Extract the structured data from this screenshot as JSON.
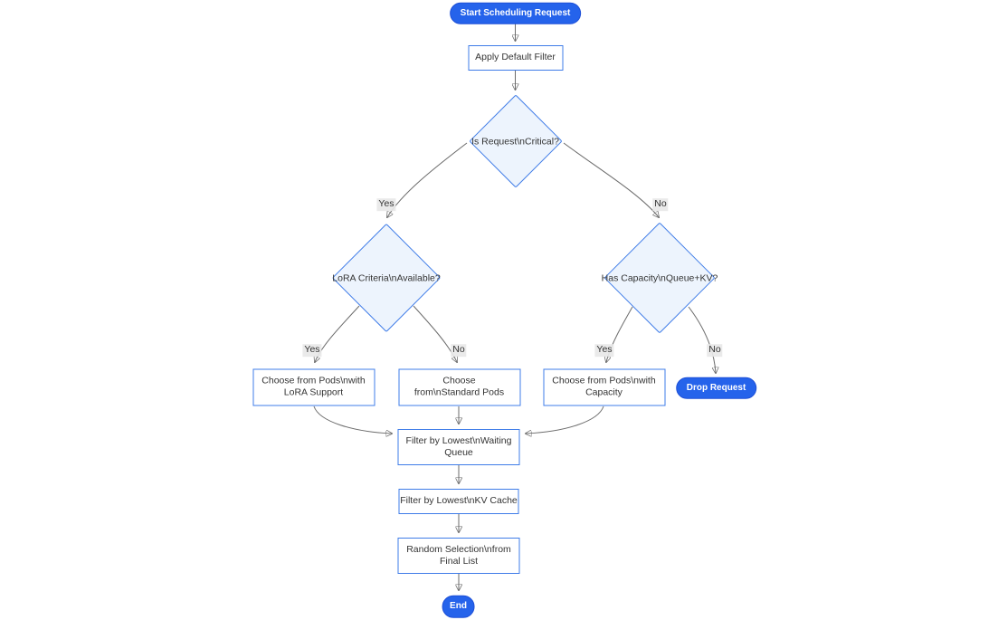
{
  "diagram": {
    "type": "flowchart",
    "direction": "top-down",
    "colors": {
      "accent_blue": "#2563eb",
      "node_border_blue": "#3f7ce8",
      "decision_fill": "#edf4fd",
      "process_fill": "#ffffff",
      "edge_stroke": "#6b6b6b",
      "arrowhead": "#333333",
      "edge_label_background": "#e8e8e8",
      "text": "#333333",
      "pill_text": "#ffffff"
    },
    "nodes": {
      "start": {
        "label": "Start Scheduling Request",
        "shape": "stadium"
      },
      "apply_filter": {
        "label": "Apply Default Filter",
        "shape": "rect"
      },
      "is_critical": {
        "label": "Is Request\\nCritical?",
        "shape": "diamond"
      },
      "lora_criteria": {
        "label": "LoRA Criteria\\nAvailable?",
        "shape": "diamond"
      },
      "has_capacity": {
        "label": "Has Capacity\\nQueue+KV?",
        "shape": "diamond"
      },
      "choose_lora": {
        "label": "Choose from Pods\\nwith LoRA Support",
        "shape": "rect"
      },
      "choose_standard": {
        "label": "Choose from\\nStandard Pods",
        "shape": "rect"
      },
      "choose_capacity": {
        "label": "Choose from Pods\\nwith Capacity",
        "shape": "rect"
      },
      "drop_request": {
        "label": "Drop Request",
        "shape": "stadium"
      },
      "filter_waiting": {
        "label": "Filter by Lowest\\nWaiting Queue",
        "shape": "rect"
      },
      "filter_kv": {
        "label": "Filter by Lowest\\nKV Cache",
        "shape": "rect"
      },
      "random_selection": {
        "label": "Random Selection\\nfrom Final List",
        "shape": "rect"
      },
      "end": {
        "label": "End",
        "shape": "stadium"
      }
    },
    "edges": [
      {
        "from": "start",
        "to": "apply_filter",
        "label": ""
      },
      {
        "from": "apply_filter",
        "to": "is_critical",
        "label": ""
      },
      {
        "from": "is_critical",
        "to": "lora_criteria",
        "label": "Yes"
      },
      {
        "from": "is_critical",
        "to": "has_capacity",
        "label": "No"
      },
      {
        "from": "lora_criteria",
        "to": "choose_lora",
        "label": "Yes"
      },
      {
        "from": "lora_criteria",
        "to": "choose_standard",
        "label": "No"
      },
      {
        "from": "has_capacity",
        "to": "choose_capacity",
        "label": "Yes"
      },
      {
        "from": "has_capacity",
        "to": "drop_request",
        "label": "No"
      },
      {
        "from": "choose_lora",
        "to": "filter_waiting",
        "label": ""
      },
      {
        "from": "choose_standard",
        "to": "filter_waiting",
        "label": ""
      },
      {
        "from": "choose_capacity",
        "to": "filter_waiting",
        "label": ""
      },
      {
        "from": "filter_waiting",
        "to": "filter_kv",
        "label": ""
      },
      {
        "from": "filter_kv",
        "to": "random_selection",
        "label": ""
      },
      {
        "from": "random_selection",
        "to": "end",
        "label": ""
      }
    ]
  }
}
